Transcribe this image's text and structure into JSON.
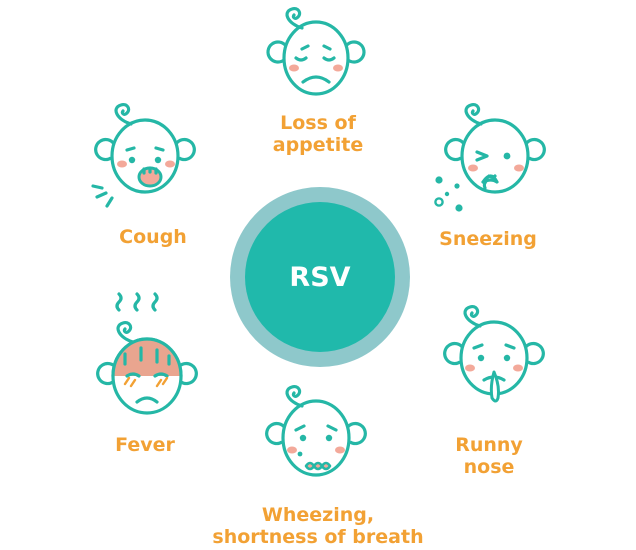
{
  "center": {
    "label": "RSV"
  },
  "symptoms": [
    {
      "id": "loss-of-appetite",
      "lines": [
        "Loss of",
        "appetite"
      ]
    },
    {
      "id": "cough",
      "lines": [
        "Cough"
      ]
    },
    {
      "id": "sneezing",
      "lines": [
        "Sneezing"
      ]
    },
    {
      "id": "fever",
      "lines": [
        "Fever"
      ]
    },
    {
      "id": "runny-nose",
      "lines": [
        "Runny",
        "nose"
      ]
    },
    {
      "id": "wheezing",
      "lines": [
        "Wheezing,",
        "shortness of breath"
      ]
    }
  ],
  "colors": {
    "accent_orange": "#f2a134",
    "teal_core": "#20b9ab",
    "teal_ring": "#8ec8cb",
    "outline": "#25b7a6",
    "cheek": "#f3a99a",
    "fever_head": "#e9a58f"
  }
}
